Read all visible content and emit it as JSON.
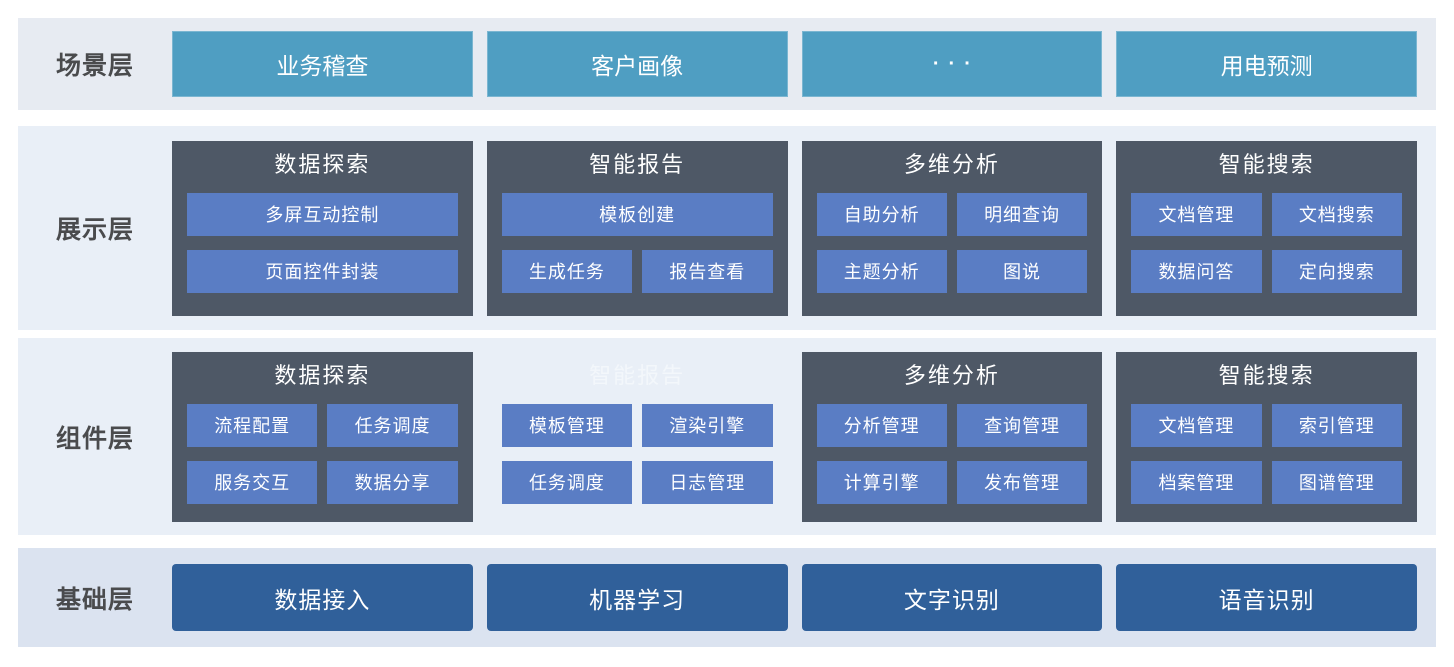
{
  "colors": {
    "scene_block": "#4f9ec2",
    "group_box": "#4e5866",
    "item_block": "#5a7dc4",
    "base_block": "#30609a",
    "band_scene_bg": "#e7ebf2",
    "band_middle_bg": "#e9eff7",
    "band_base_bg": "#dbe3f0",
    "layer_label_text": "#4a4b4d",
    "ghost_title_text": "#f3f7fb"
  },
  "layers": [
    {
      "label": "场景层",
      "buttons": [
        "业务稽查",
        "客户画像",
        "···",
        "用电预测"
      ]
    },
    {
      "label": "展示层",
      "groups": [
        {
          "title": "数据探索",
          "boxed": true,
          "rows": [
            [
              "多屏互动控制"
            ],
            [
              "页面控件封装"
            ]
          ]
        },
        {
          "title": "智能报告",
          "boxed": true,
          "rows": [
            [
              "模板创建"
            ],
            [
              "生成任务",
              "报告查看"
            ]
          ]
        },
        {
          "title": "多维分析",
          "boxed": true,
          "rows": [
            [
              "自助分析",
              "明细查询"
            ],
            [
              "主题分析",
              "图说"
            ]
          ]
        },
        {
          "title": "智能搜索",
          "boxed": true,
          "rows": [
            [
              "文档管理",
              "文档搜索"
            ],
            [
              "数据问答",
              "定向搜索"
            ]
          ]
        }
      ]
    },
    {
      "label": "组件层",
      "groups": [
        {
          "title": "数据探索",
          "boxed": true,
          "rows": [
            [
              "流程配置",
              "任务调度"
            ],
            [
              "服务交互",
              "数据分享"
            ]
          ]
        },
        {
          "title": "智能报告",
          "boxed": false,
          "rows": [
            [
              "模板管理",
              "渲染引擎"
            ],
            [
              "任务调度",
              "日志管理"
            ]
          ]
        },
        {
          "title": "多维分析",
          "boxed": true,
          "rows": [
            [
              "分析管理",
              "查询管理"
            ],
            [
              "计算引擎",
              "发布管理"
            ]
          ]
        },
        {
          "title": "智能搜索",
          "boxed": true,
          "rows": [
            [
              "文档管理",
              "索引管理"
            ],
            [
              "档案管理",
              "图谱管理"
            ]
          ]
        }
      ]
    },
    {
      "label": "基础层",
      "buttons": [
        "数据接入",
        "机器学习",
        "文字识别",
        "语音识别"
      ]
    }
  ]
}
